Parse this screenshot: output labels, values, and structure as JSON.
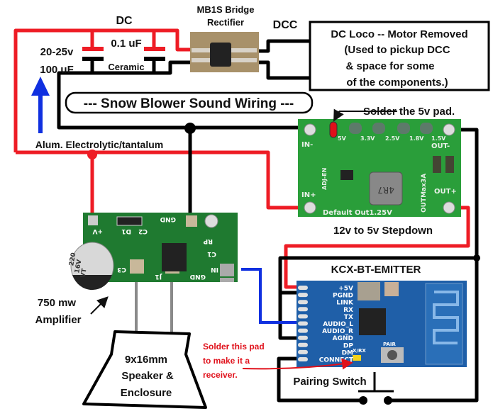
{
  "title": "--- Snow Blower Sound Wiring ---",
  "power": {
    "dc_label": "DC",
    "dcc_label": "DCC",
    "cap1_voltage": "20-25v",
    "cap1_value": "100 uF",
    "cap2_value": "0.1 uF",
    "cap2_type": "Ceramic",
    "cap1_note": "Alum. Electrolytic/tantalum",
    "bridge_line1": "MB1S Bridge",
    "bridge_line2": "Rectifier"
  },
  "loco_box": {
    "line1": "DC Loco -- Motor Removed",
    "line2": "(Used to pickup DCC",
    "line3": "& space for some",
    "line4": "of the components.)"
  },
  "stepdown": {
    "caption": "12v to 5v Stepdown",
    "note": "Solder the 5v pad.",
    "pads": [
      "5V",
      "3.3V",
      "2.5V",
      "1.8V",
      "1.5V"
    ],
    "in_minus": "IN-",
    "in_plus": "IN+",
    "out_minus": "OUT-",
    "out_plus": "OUT+",
    "default": "Default Out1.25V",
    "max": "OUTMax3A",
    "inductor": "4R7",
    "adj": "ADJ-EN"
  },
  "amplifier": {
    "caption_line1": "750 mw",
    "caption_line2": "Amplifier",
    "cap_text": [
      "220",
      "16V",
      "VT"
    ],
    "silk": {
      "vplus": "+V",
      "d1": "D1",
      "c2": "C2",
      "gnd_top": "GND",
      "rp": "RP",
      "c1": "C1",
      "in": "IN",
      "c3": "C3",
      "j1": "J1",
      "gnd_bottom": "GND"
    }
  },
  "speaker": {
    "line1": "9x16mm",
    "line2": "Speaker &",
    "line3": "Enclosure"
  },
  "bt_module": {
    "caption": "KCX-BT-EMITTER",
    "pins": [
      "+5V",
      "PGND",
      "LINK",
      "RX",
      "TX",
      "AUDIO_L",
      "AUDIO_R",
      "AGND",
      "DP",
      "DM",
      "CONNECT"
    ],
    "pad_label": "X/RX",
    "pair_label": "PAIR",
    "note_line1": "Solder this pad",
    "note_line2": "to make it a",
    "note_line3": "receiver.",
    "switch_label": "Pairing Switch"
  },
  "colors": {
    "positive_wire": "#ee1c25",
    "ground_wire": "#000000",
    "audio_wire": "#1030e0",
    "speaker_wire": "#8a8a8a",
    "stepdown_pcb": "#2a9e3a",
    "amp_pcb": "#1f7a30",
    "bt_pcb": "#1f5fa8",
    "arrow": "#1030e0"
  }
}
